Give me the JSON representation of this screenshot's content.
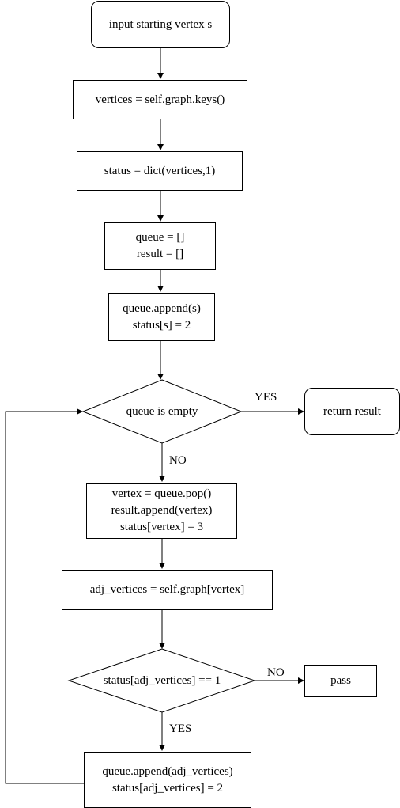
{
  "nodes": {
    "start": {
      "lines": [
        "input starting vertex s"
      ]
    },
    "vertices": {
      "lines": [
        "vertices = self.graph.keys()"
      ]
    },
    "status_init": {
      "lines": [
        "status = dict(vertices,1)"
      ]
    },
    "queue_init": {
      "lines": [
        "queue = []",
        "result = []"
      ]
    },
    "append_start": {
      "lines": [
        "queue.append(s)",
        "status[s] = 2"
      ]
    },
    "queue_empty": {
      "lines": [
        "queue is empty"
      ]
    },
    "return_result": {
      "lines": [
        "return result"
      ]
    },
    "pop_vertex": {
      "lines": [
        "vertex = queue.pop()",
        "result.append(vertex)",
        "status[vertex] = 3"
      ]
    },
    "adj_vertices": {
      "lines": [
        "adj_vertices = self.graph[vertex]"
      ]
    },
    "status_check": {
      "lines": [
        "status[adj_vertices] == 1"
      ]
    },
    "pass": {
      "lines": [
        "pass"
      ]
    },
    "append_adj": {
      "lines": [
        "queue.append(adj_vertices)",
        "status[adj_vertices] = 2"
      ]
    }
  },
  "edge_labels": {
    "empty_yes": "YES",
    "empty_no": "NO",
    "check_no": "NO",
    "check_yes": "YES"
  }
}
